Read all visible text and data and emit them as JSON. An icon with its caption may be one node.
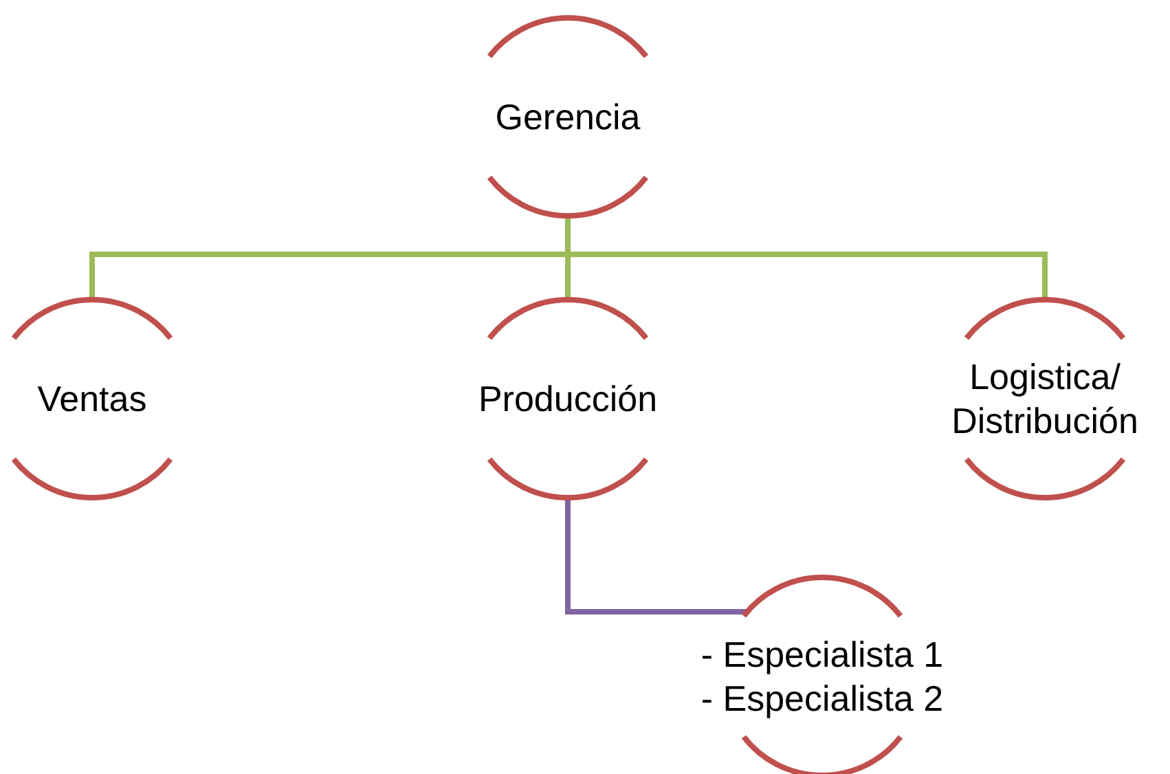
{
  "diagram": {
    "nodes": [
      {
        "text": [
          "Gerencia"
        ]
      },
      {
        "text": [
          "Ventas"
        ]
      },
      {
        "text": [
          "Producción"
        ]
      },
      {
        "text": [
          "Logistica/ Distribución"
        ]
      },
      {
        "text": [
          "- Especialista 1",
          "- Especialista 2"
        ]
      }
    ],
    "edges": [
      {
        "from": 0,
        "to": 1,
        "arrow": "none"
      },
      {
        "from": 0,
        "to": 2,
        "arrow": "none"
      },
      {
        "from": 0,
        "to": 3,
        "arrow": "none"
      },
      {
        "from": 2,
        "to": 4,
        "arrow": "none",
        "color": "#8064a2"
      }
    ]
  }
}
